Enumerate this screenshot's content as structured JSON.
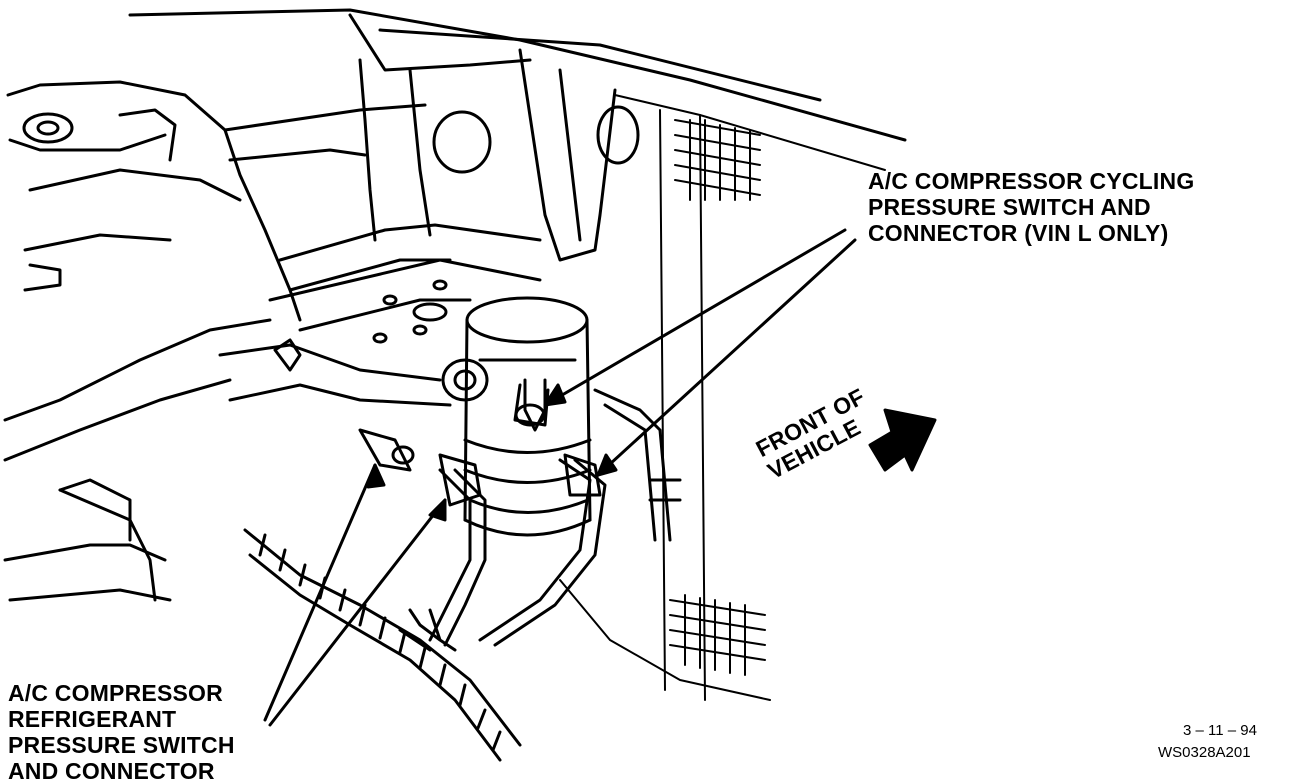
{
  "labels": {
    "cycling_switch": {
      "line1": "A/C COMPRESSOR CYCLING",
      "line2": "PRESSURE SWITCH AND",
      "line3": "CONNECTOR  (VIN L ONLY)"
    },
    "refrigerant_switch": {
      "line1": "A/C COMPRESSOR",
      "line2": "REFRIGERANT",
      "line3": "PRESSURE SWITCH",
      "line4": "AND CONNECTOR"
    },
    "front_of_vehicle": {
      "line1": "FRONT OF",
      "line2": "VEHICLE"
    }
  },
  "figure_info": {
    "date": "3 – 11 – 94",
    "id": "WS0328A201"
  },
  "icons": {
    "direction_arrow": "front-direction-arrow-icon"
  },
  "colors": {
    "ink": "#000000",
    "paper": "#ffffff"
  }
}
